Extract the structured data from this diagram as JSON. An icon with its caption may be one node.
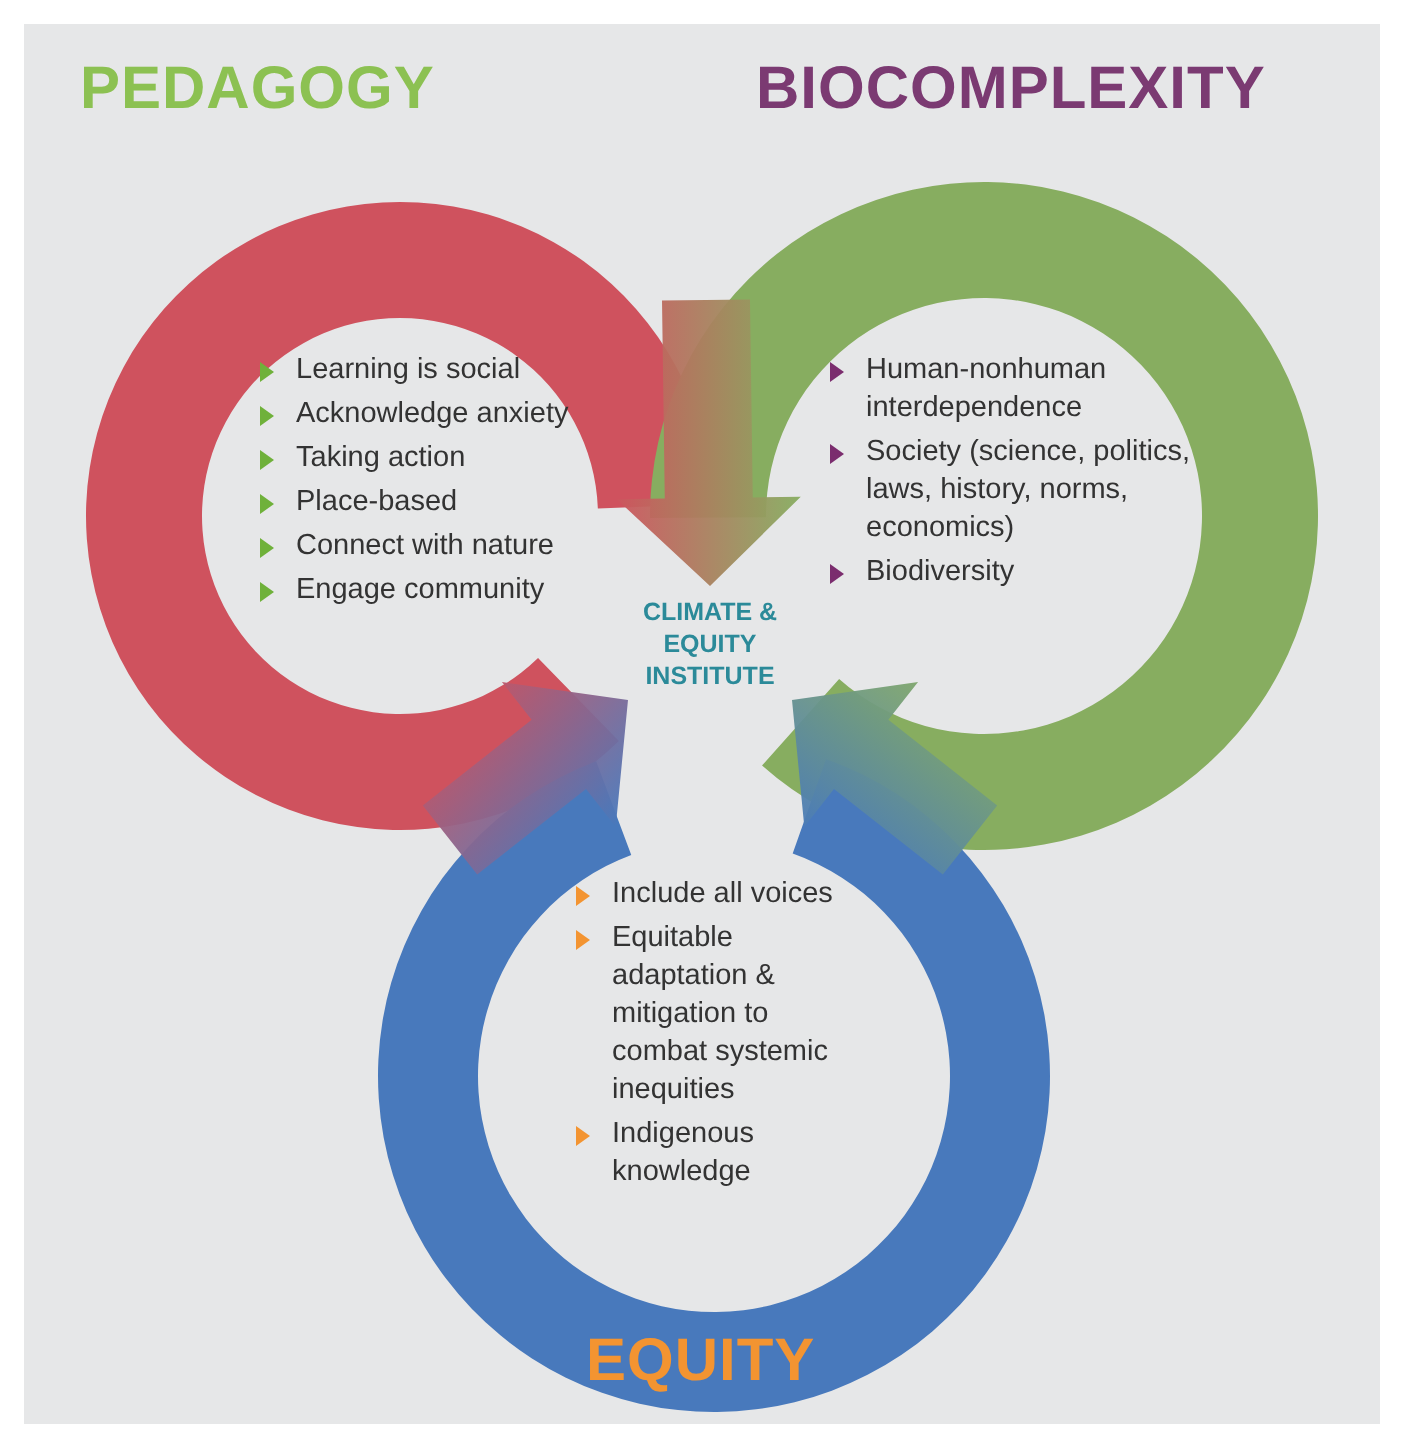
{
  "diagram": {
    "nodes": [
      {
        "text": [
          "PEDAGOGY",
          "Learning is social",
          "Acknowledge anxiety",
          "Taking action",
          "Place-based",
          "Connect with nature",
          "Engage community"
        ]
      },
      {
        "text": [
          "BIOCOMPLEXITY",
          "Human-nonhuman interdependence",
          "Society (science, politics, laws, history, norms, economics)",
          "Biodiversity"
        ]
      },
      {
        "text": [
          "Include all voices",
          "Equitable adaptation & mitigation to combat systemic inequities",
          "Indigenous knowledge",
          "EQUITY"
        ]
      },
      {
        "text": [
          "CLIMATE & EQUITY INSTITUTE"
        ]
      }
    ],
    "edges": [
      {
        "from": 0,
        "to": 3,
        "arrow": "to"
      },
      {
        "from": 2,
        "to": 3,
        "arrow": "to"
      },
      {
        "from": 1,
        "to": 3,
        "arrow": "to"
      }
    ]
  }
}
